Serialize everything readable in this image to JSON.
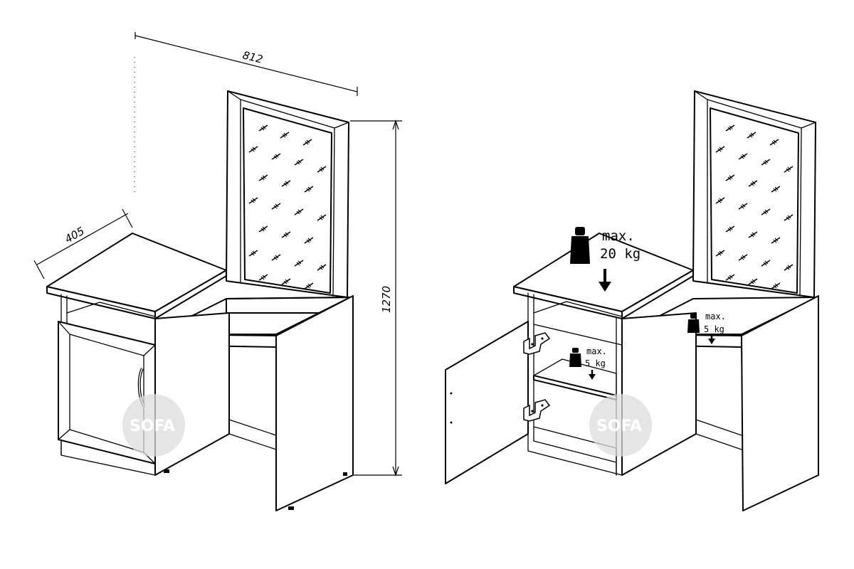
{
  "dimensions": {
    "width": "812",
    "depth": "405",
    "height": "1270"
  },
  "loads": {
    "top": {
      "line1": "max.",
      "line2": "20 kg"
    },
    "shelf": {
      "line1": "max.",
      "line2": "5 kg"
    },
    "desk": {
      "line1": "max.",
      "line2": "5 kg"
    }
  },
  "watermark": {
    "text": "SOFA"
  },
  "icons": [
    "weight-icon",
    "down-arrow-icon",
    "hinge-icon",
    "handle-icon",
    "mirror-pattern-icon"
  ]
}
